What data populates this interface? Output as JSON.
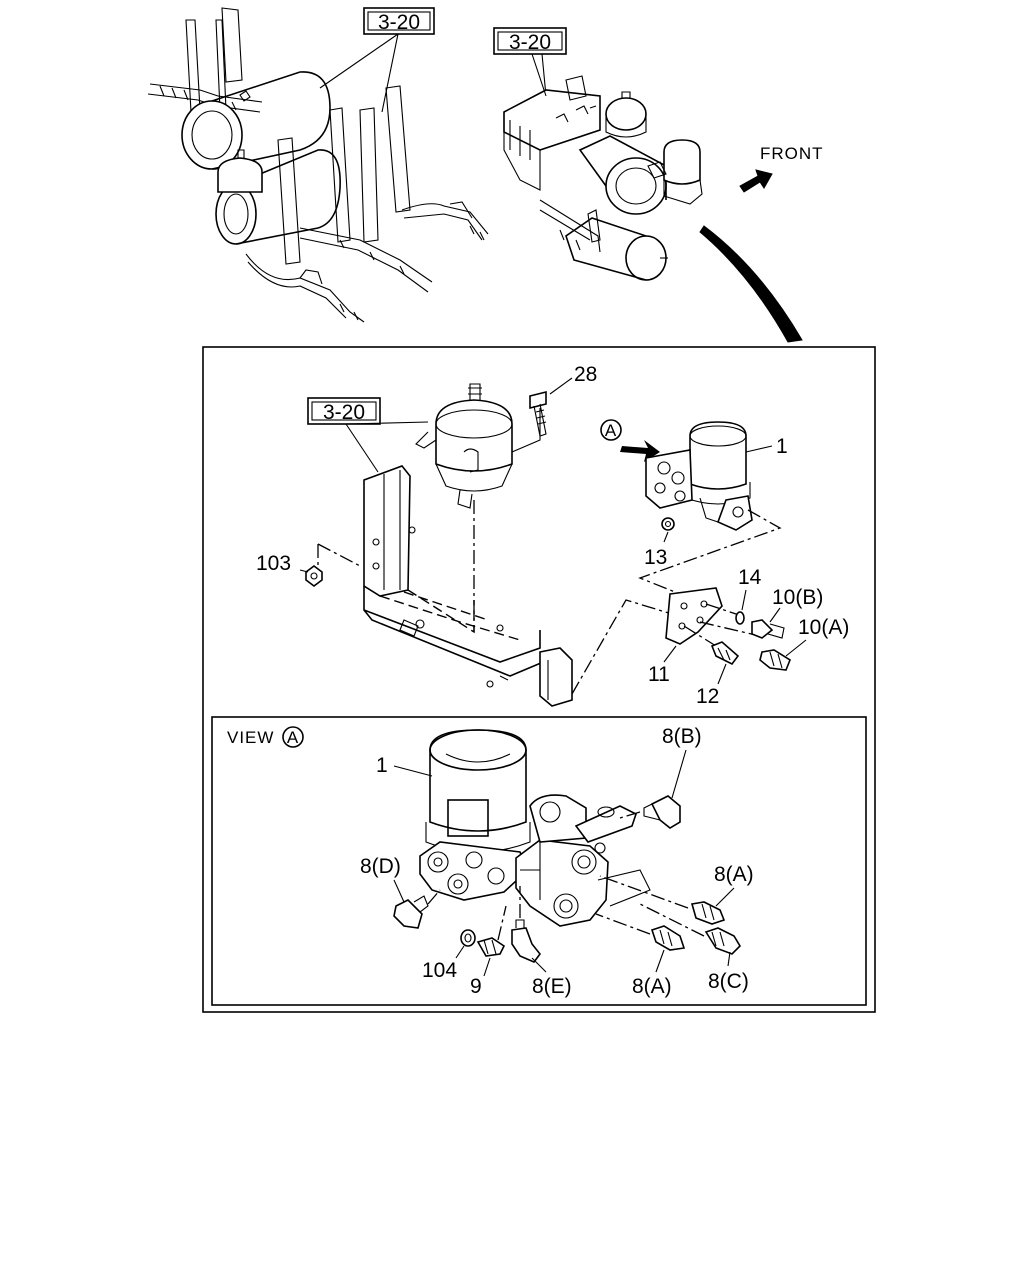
{
  "references": {
    "top_left": "3-20",
    "top_right": "3-20",
    "detail": "3-20"
  },
  "direction": {
    "label": "FRONT"
  },
  "view": {
    "marker": "A",
    "title": "VIEW"
  },
  "callouts_detail": {
    "p28": "28",
    "p1": "1",
    "p13": "13",
    "p103": "103",
    "p14": "14",
    "p10b": "10(B)",
    "p10a": "10(A)",
    "p11": "11",
    "p12": "12"
  },
  "callouts_view": {
    "p1": "1",
    "p8b": "8(B)",
    "p8d": "8(D)",
    "p8a_upper": "8(A)",
    "p104": "104",
    "p9": "9",
    "p8e": "8(E)",
    "p8a_lower": "8(A)",
    "p8c": "8(C)"
  }
}
